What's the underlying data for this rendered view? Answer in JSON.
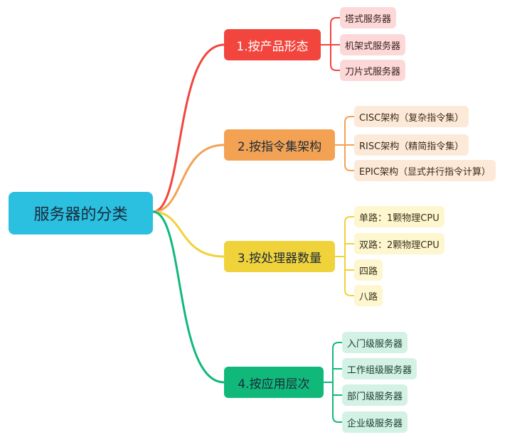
{
  "root": {
    "label": "服务器的分类",
    "color": "#2bbfe0"
  },
  "branches": [
    {
      "label": "1.按产品形态",
      "color": "#f2453d",
      "leaves": [
        "塔式服务器",
        "机架式服务器",
        "刀片式服务器"
      ]
    },
    {
      "label": "2.按指令集架构",
      "color": "#f3a254",
      "leaves": [
        "CISC架构（复杂指令集）",
        "RISC架构（精简指令集）",
        "EPIC架构（显式并行指令计算）"
      ]
    },
    {
      "label": "3.按处理器数量",
      "color": "#f0d23a",
      "leaves": [
        "单路：1颗物理CPU",
        "双路：2颗物理CPU",
        "四路",
        "八路"
      ]
    },
    {
      "label": "4.按应用层次",
      "color": "#10b97a",
      "leaves": [
        "入门级服务器",
        "工作组级服务器",
        "部门级服务器",
        "企业级服务器"
      ]
    }
  ]
}
